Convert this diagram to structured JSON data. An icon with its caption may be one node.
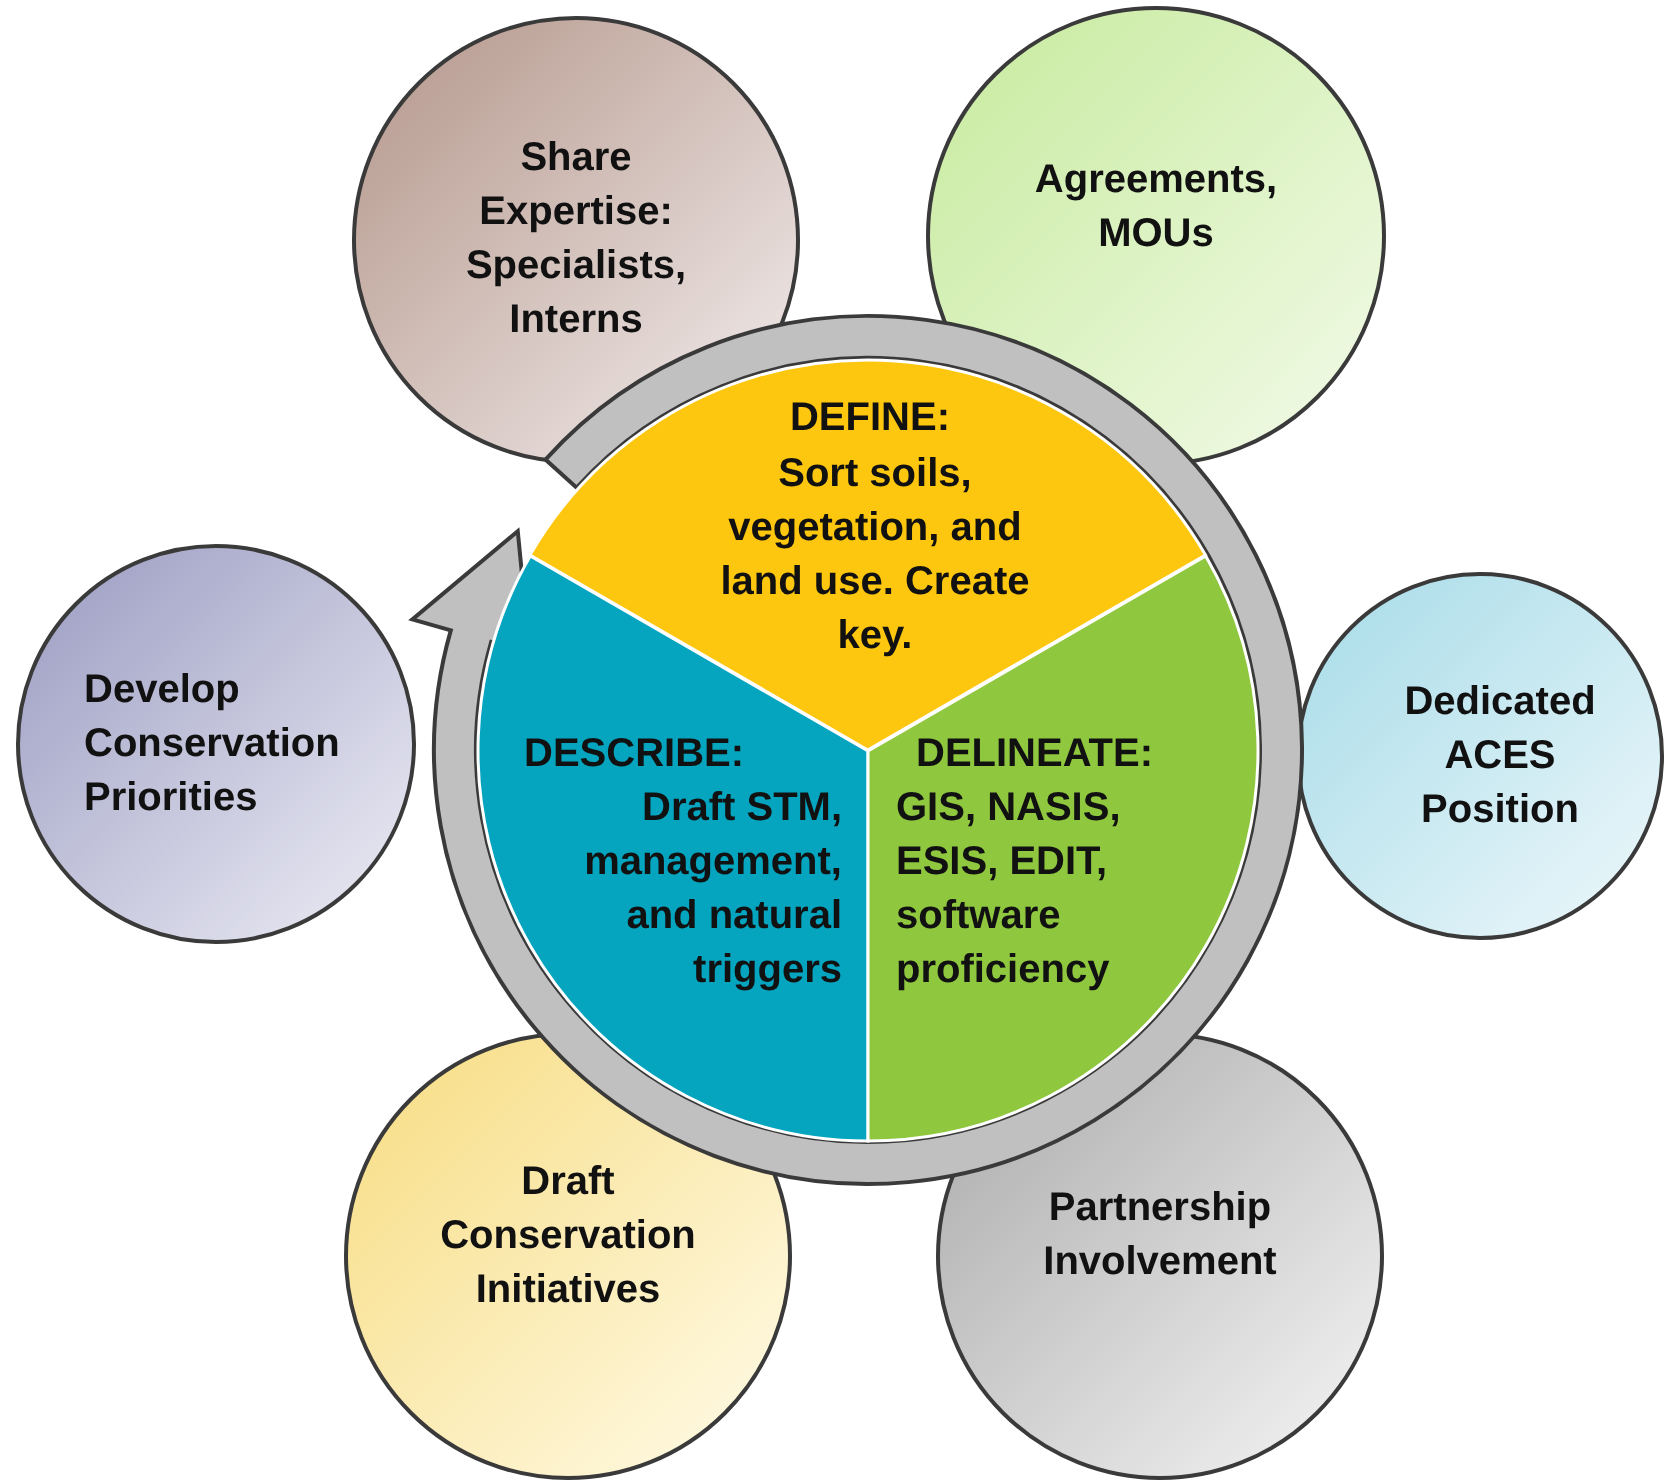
{
  "diagram": {
    "nodes": [
      {
        "text": [
          "Share Expertise: Specialists, Interns"
        ]
      },
      {
        "text": [
          "Agreements, MOUs"
        ]
      },
      {
        "text": [
          "DEFINE:",
          "Sort soils, vegetation, and land use. Create key."
        ]
      },
      {
        "text": [
          "Develop Conservation Priorities"
        ]
      },
      {
        "text": [
          "Dedicated ACES Position"
        ]
      },
      {
        "text": [
          "DESCRIBE:",
          "Draft STM, management, and natural triggers"
        ]
      },
      {
        "text": [
          "DELINEATE:",
          "GIS, NASIS, ESIS, EDIT, software proficiency"
        ]
      },
      {
        "text": [
          "Draft Conservation Initiatives"
        ]
      },
      {
        "text": [
          "Partnership Involvement"
        ]
      }
    ]
  }
}
